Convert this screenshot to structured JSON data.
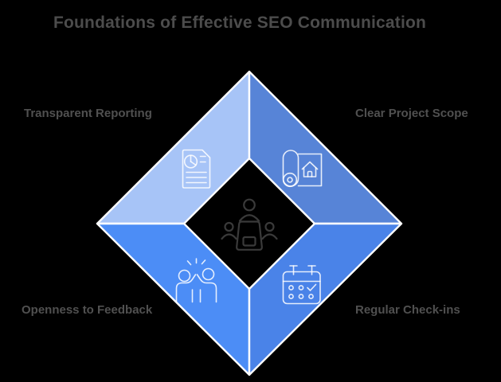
{
  "title": "Foundations of Effective SEO Communication",
  "quadrants": {
    "top_left": {
      "label": "Transparent Reporting",
      "icon": "report-document-icon"
    },
    "top_right": {
      "label": "Clear Project Scope",
      "icon": "blueprint-house-icon"
    },
    "bottom_left": {
      "label": "Openness to Feedback",
      "icon": "high-five-icon"
    },
    "bottom_right": {
      "label": "Regular Check-ins",
      "icon": "calendar-icon"
    }
  },
  "center": {
    "icon": "meeting-table-icon"
  },
  "colors": {
    "background": "#000000",
    "title_text": "#4c4c4c",
    "label_text": "#505050",
    "quadrant_top_left": "#a7c4f7",
    "quadrant_top_right": "#5784d7",
    "quadrant_bottom_left": "#4c8df6",
    "quadrant_bottom_right": "#4a83e8",
    "divider_stroke": "#ffffff",
    "icon_stroke": "#ffffff",
    "center_icon_stroke": "#3a3a3a"
  }
}
